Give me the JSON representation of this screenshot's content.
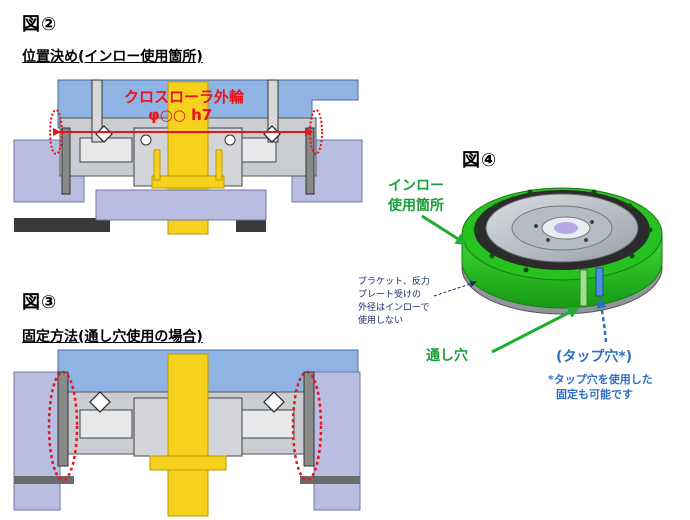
{
  "figures": {
    "fig2": {
      "label": "図②",
      "title": "位置決め(インロー使用箇所)",
      "callout_line1": "クロスローラ外輪",
      "callout_line2": "φ○○ h7"
    },
    "fig3": {
      "label": "図③",
      "title": "固定方法(通し穴使用の場合)"
    },
    "fig4": {
      "label": "図④",
      "inlow_label_line1": "インロー",
      "inlow_label_line2": "使用箇所",
      "bracket_note_line1": "ブラケット、反力",
      "bracket_note_line2": "プレート受けの",
      "bracket_note_line3": "外径はインローで",
      "bracket_note_line4": "使用しない",
      "through_hole_label": "通し穴",
      "tap_hole_label": "(タップ穴*)",
      "tap_note_line1": "*タップ穴を使用した",
      "tap_note_line2": "固定も可能です"
    }
  },
  "colors": {
    "bracket_blue": "#8fb4e3",
    "housing_lavender": "#b9bde0",
    "shaft_yellow": "#f6d21e",
    "base_dark": "#3a3a3a",
    "green_ring": "#27c21f",
    "callout_red": "#e8141b",
    "label_green": "#1a9e3a",
    "label_blue": "#2e6fc4"
  },
  "icons": {
    "dimension_arrow": "double-headed-arrow",
    "pointer_arrow": "arrow"
  }
}
